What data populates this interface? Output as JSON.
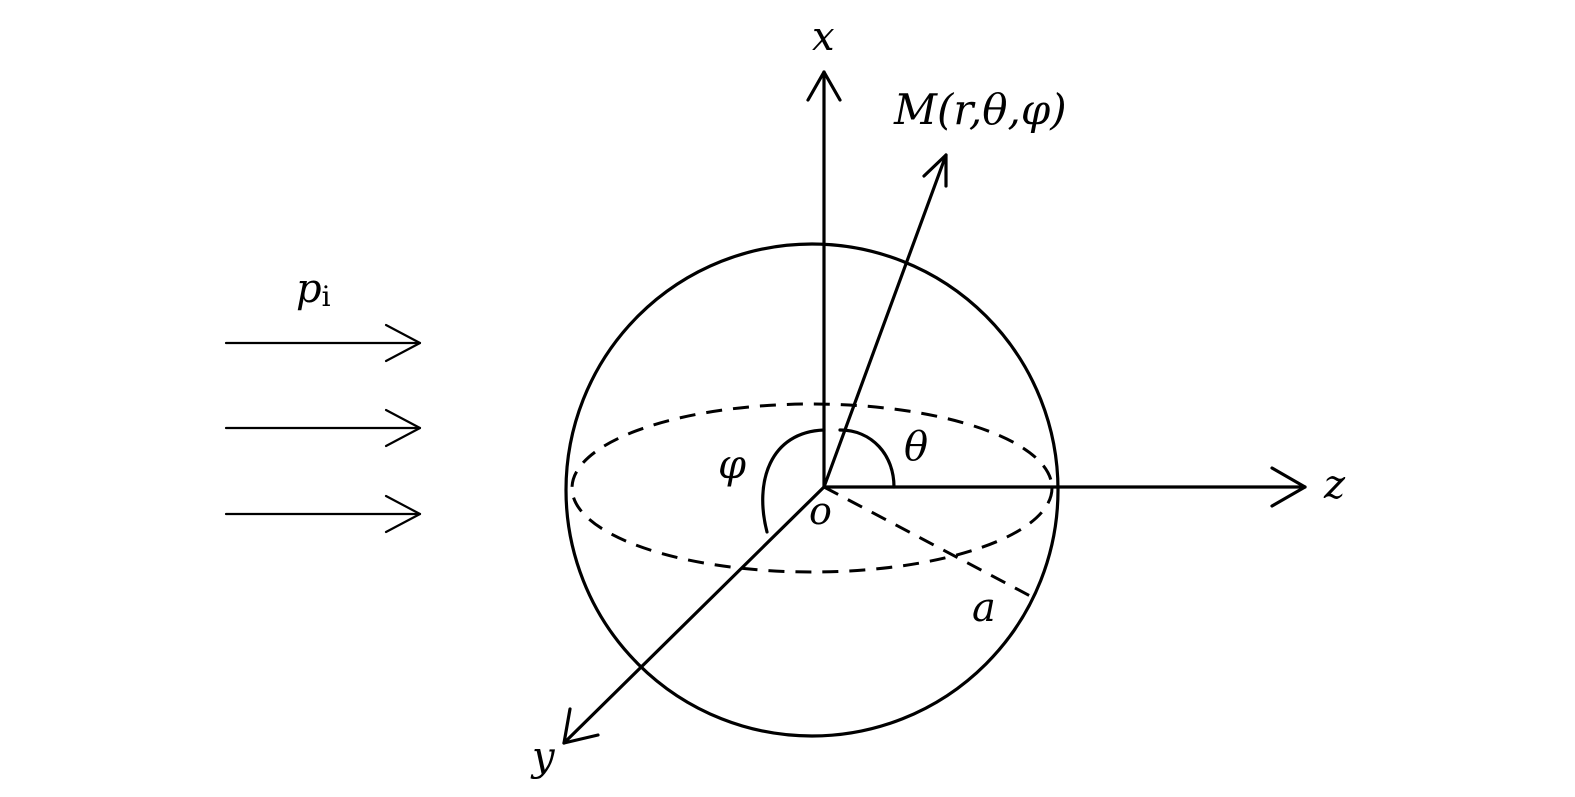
{
  "labels": {
    "x_axis": "x",
    "y_axis": "y",
    "z_axis": "z",
    "origin": "o",
    "point": "M(r,θ,φ)",
    "theta": "θ",
    "phi": "φ",
    "radius": "a",
    "incident_main": "p",
    "incident_sub": "i"
  },
  "colors": {
    "stroke": "#000000",
    "background": "#ffffff"
  }
}
